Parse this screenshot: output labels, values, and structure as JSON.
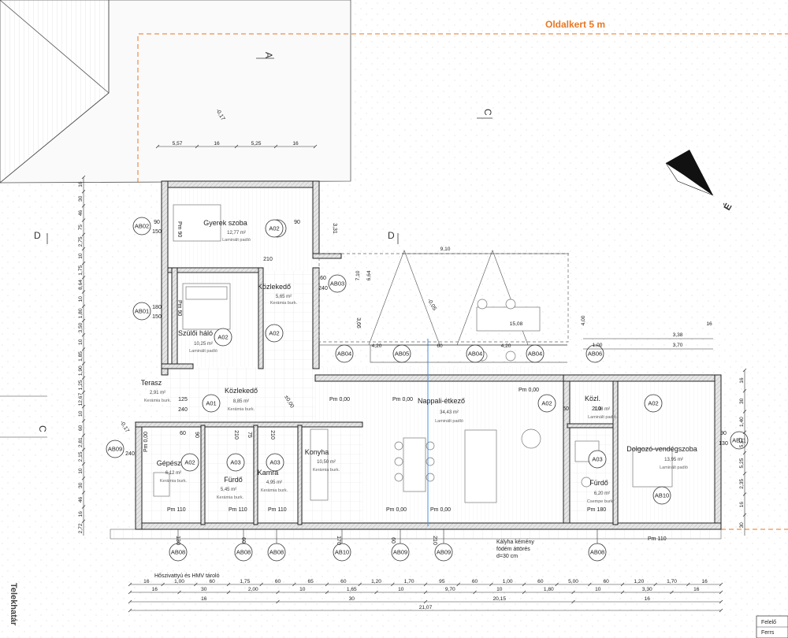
{
  "title": "Oldalkert 5 m",
  "border_label": "Telekhatár",
  "north_label": "É",
  "title_block": [
    "Felelő",
    "Ferrs"
  ],
  "section_marks": [
    "A",
    "C",
    "D",
    "D",
    "C"
  ],
  "rooms": {
    "gyerek": {
      "name": "Gyerek szoba",
      "area": "12,77 m²",
      "floor": "Laminált padló"
    },
    "kozlekedo1": {
      "name": "Közlekedő",
      "area": "5,65 m²",
      "floor": "Kerámia burk."
    },
    "szuloi": {
      "name": "Szülői háló",
      "area": "10,25 m²",
      "floor": "Laminált padló"
    },
    "terasz": {
      "name": "Terasz",
      "area": "2,91 m²",
      "floor": "Kerámia burk."
    },
    "kozlekedo2": {
      "name": "Közlekedő",
      "area": "8,85 m²",
      "floor": "Kerámia burk."
    },
    "nappali": {
      "name": "Nappali-étkező",
      "area": "34,43 m²",
      "floor": "Laminált padló"
    },
    "gepeszet": {
      "name": "Gépészet",
      "area": "6,12 m²",
      "floor": "Kerámia burk."
    },
    "furdo1": {
      "name": "Fürdő",
      "area": "5,45 m²",
      "floor": "Kerámia burk."
    },
    "kamra": {
      "name": "Kamra",
      "area": "4,95 m²",
      "floor": "Kerámia burk."
    },
    "konyha": {
      "name": "Konyha",
      "area": "10,50 m²",
      "floor": "Kerámia burk."
    },
    "kozl": {
      "name": "Közl.",
      "area": "1,98 m²",
      "floor": "Laminált padló"
    },
    "furdo2": {
      "name": "Fürdő",
      "area": "6,20 m²",
      "floor": "Csempe burk."
    },
    "dolgozo": {
      "name": "Dolgozó-vendégszoba",
      "area": "13,95 m²",
      "floor": "Laminált padló"
    }
  },
  "tags": {
    "ab02": "AB02",
    "ab01": "AB01",
    "ab03": "AB03",
    "ab04a": "AB04",
    "ab05": "AB05",
    "ab04b": "AB04",
    "ab04c": "AB04",
    "ab06": "AB06",
    "ab09": "AB09",
    "ab11": "AB11",
    "ab10": "AB10",
    "a01": "A01",
    "a02a": "A02",
    "a02b": "A02",
    "a02c": "A02",
    "a02d": "A02",
    "a02e": "A02",
    "a02f": "A02",
    "a02g": "A02",
    "a03a": "A03",
    "a03b": "A03",
    "a03c": "A03",
    "bottom": [
      "AB08",
      "AB08",
      "AB08",
      "AB10",
      "AB09",
      "AB09",
      "AB08"
    ]
  },
  "notes": {
    "hoszivattyu": "Hőszivattyú és HMV tároló",
    "kalyha": [
      "Kályha kémény",
      "födém áttörés",
      "d=30 cm"
    ]
  },
  "levels": {
    "pm110": "Pm 110",
    "pm000": "Pm 0,00",
    "pm180": "Pm 180",
    "pm90": "Pm 90",
    "m017": "-0,17",
    "m005": "-0,05",
    "p000": "±0,00"
  },
  "dims": {
    "top": [
      "5,57",
      "16",
      "5,25",
      "16"
    ],
    "roof": [
      "9,10",
      "4,20",
      "60",
      "4,20",
      "15,08",
      "7,10",
      "6,64",
      "4,00",
      "3,38",
      "3,70",
      "1,00",
      "16"
    ],
    "bottom1": [
      "16",
      "1,00",
      "60",
      "1,75",
      "60",
      "65",
      "60",
      "1,20",
      "1,70",
      "95",
      "60",
      "1,00",
      "60",
      "5,00",
      "60",
      "1,20",
      "1,70",
      "16"
    ],
    "bottom2": [
      "16",
      "30",
      "2,00",
      "10",
      "1,65",
      "10",
      "9,70",
      "10",
      "1,80",
      "10",
      "3,30",
      "16"
    ],
    "bottom3": [
      "16",
      "30",
      "20,15",
      "16"
    ],
    "bottom4": [
      "21,07"
    ],
    "left": [
      "16",
      "30",
      "46",
      "75",
      "2,75",
      "10",
      "1,75",
      "8,64",
      "10",
      "1,80",
      "3,50",
      "10",
      "1,85",
      "1,90",
      "1,25",
      "12,67",
      "10",
      "60",
      "2,81",
      "2,15",
      "10",
      "30",
      "46",
      "16",
      "2,72"
    ],
    "right": [
      "16",
      "30",
      "1,40",
      "5,57",
      "5,25",
      "2,35",
      "16",
      "30"
    ],
    "openings": [
      "90",
      "150",
      "180",
      "150",
      "90",
      "210",
      "60",
      "240",
      "125",
      "240",
      "60",
      "240",
      "90",
      "210",
      "75",
      "210",
      "130",
      "60",
      "170",
      "60",
      "210",
      "60",
      "210",
      "90",
      "130",
      "3,66",
      "3,31"
    ]
  }
}
